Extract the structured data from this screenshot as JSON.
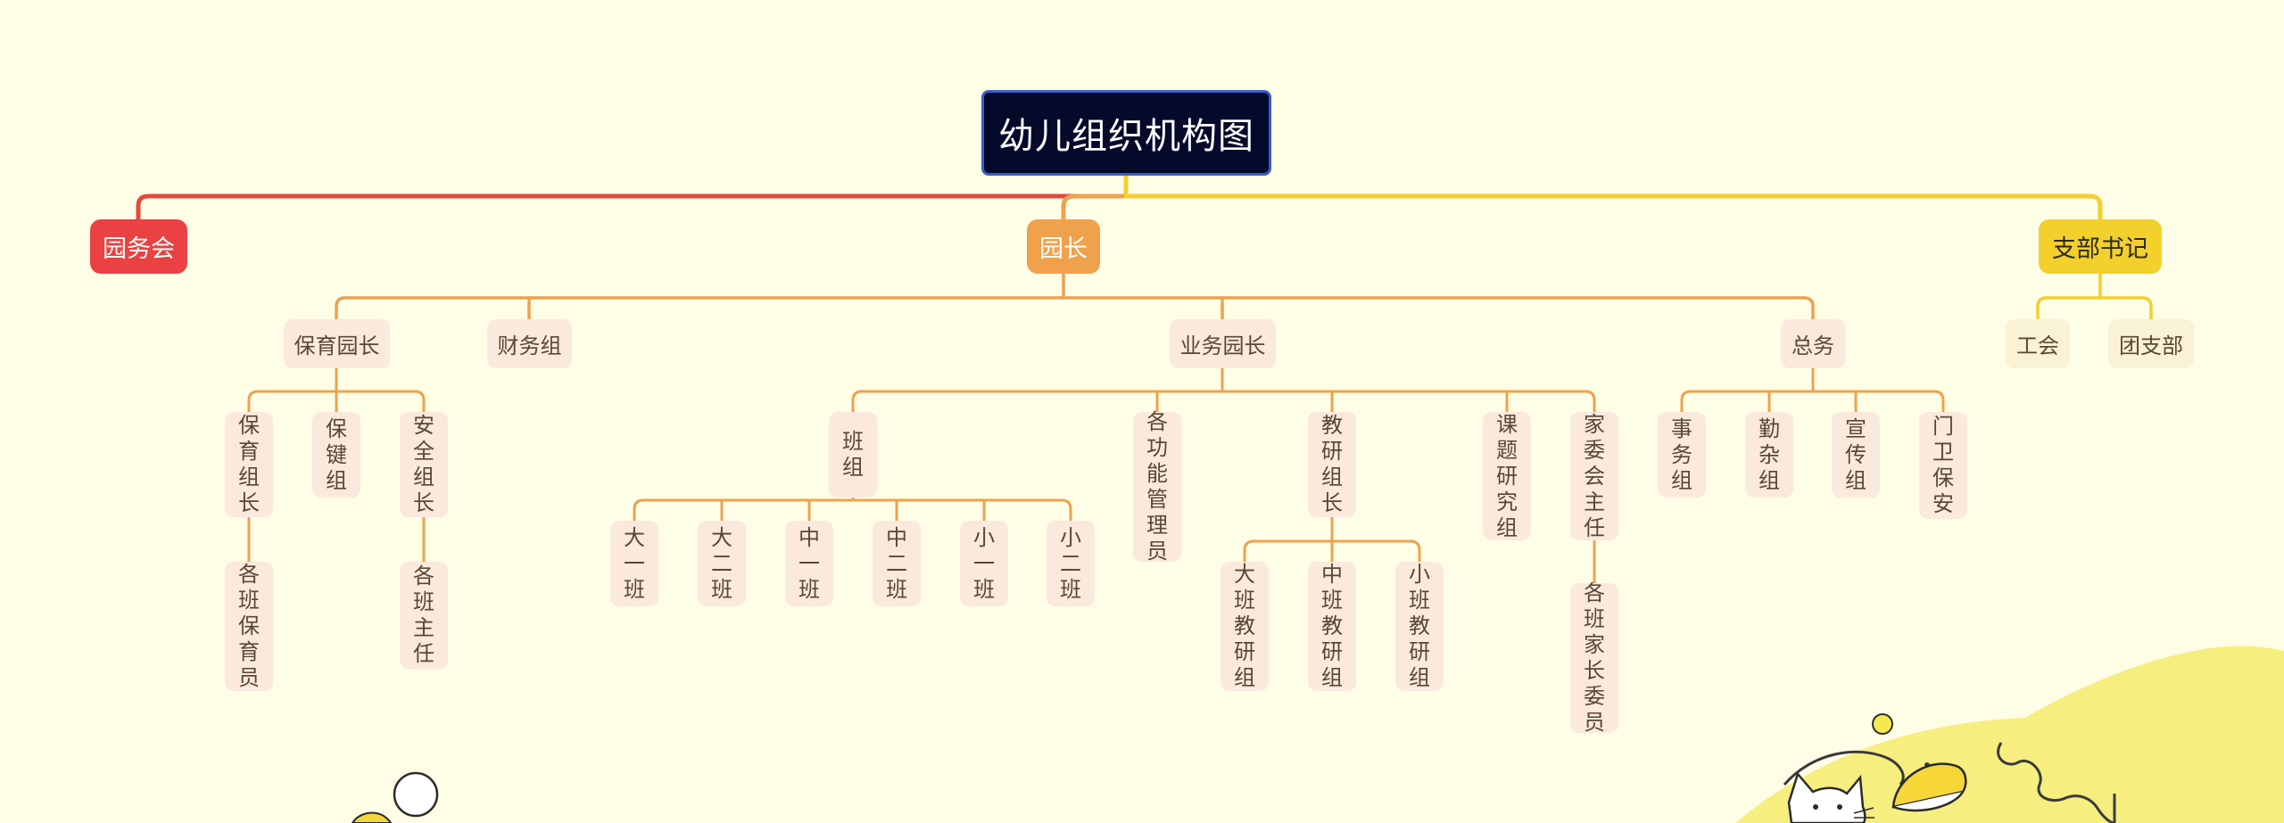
{
  "title": "幼儿组织机构图",
  "colors": {
    "background": "#fefde6",
    "root_fill": "#050a2a",
    "root_border": "#3a5ec8",
    "red": "#ea4142",
    "orange": "#f0a14c",
    "yellow": "#f3d02c",
    "connector_orange": "#eca24f",
    "connector_red": "#e14b3f",
    "connector_yellow": "#f3cf2f",
    "sub_fill": "#fbe9dd"
  },
  "branches": [
    {
      "label": "园务会",
      "color": "red"
    },
    {
      "label": "园长",
      "color": "orange",
      "children": [
        {
          "label": "保育园长",
          "children": [
            {
              "label": "保育组长",
              "children": [
                {
                  "label": "各班保育员"
                }
              ]
            },
            {
              "label": "保键组"
            },
            {
              "label": "安全组长",
              "children": [
                {
                  "label": "各班主任"
                }
              ]
            }
          ]
        },
        {
          "label": "财务组"
        },
        {
          "label": "业务园长",
          "children": [
            {
              "label": "班组",
              "children": [
                {
                  "label": "大一班"
                },
                {
                  "label": "大二班"
                },
                {
                  "label": "中一班"
                },
                {
                  "label": "中二班"
                },
                {
                  "label": "小一班"
                },
                {
                  "label": "小二班"
                }
              ]
            },
            {
              "label": "各功能管理员"
            },
            {
              "label": "教研组长",
              "children": [
                {
                  "label": "大班教研组"
                },
                {
                  "label": "中班教研组"
                },
                {
                  "label": "小班教研组"
                }
              ]
            },
            {
              "label": "课题研究组"
            },
            {
              "label": "家委会主任",
              "children": [
                {
                  "label": "各班家长委员"
                }
              ]
            }
          ]
        },
        {
          "label": "总务",
          "children": [
            {
              "label": "事务组"
            },
            {
              "label": "勤杂组"
            },
            {
              "label": "宣传组"
            },
            {
              "label": "门卫保安"
            }
          ]
        }
      ]
    },
    {
      "label": "支部书记",
      "color": "yellow",
      "children": [
        {
          "label": "工会"
        },
        {
          "label": "团支部"
        }
      ]
    }
  ]
}
